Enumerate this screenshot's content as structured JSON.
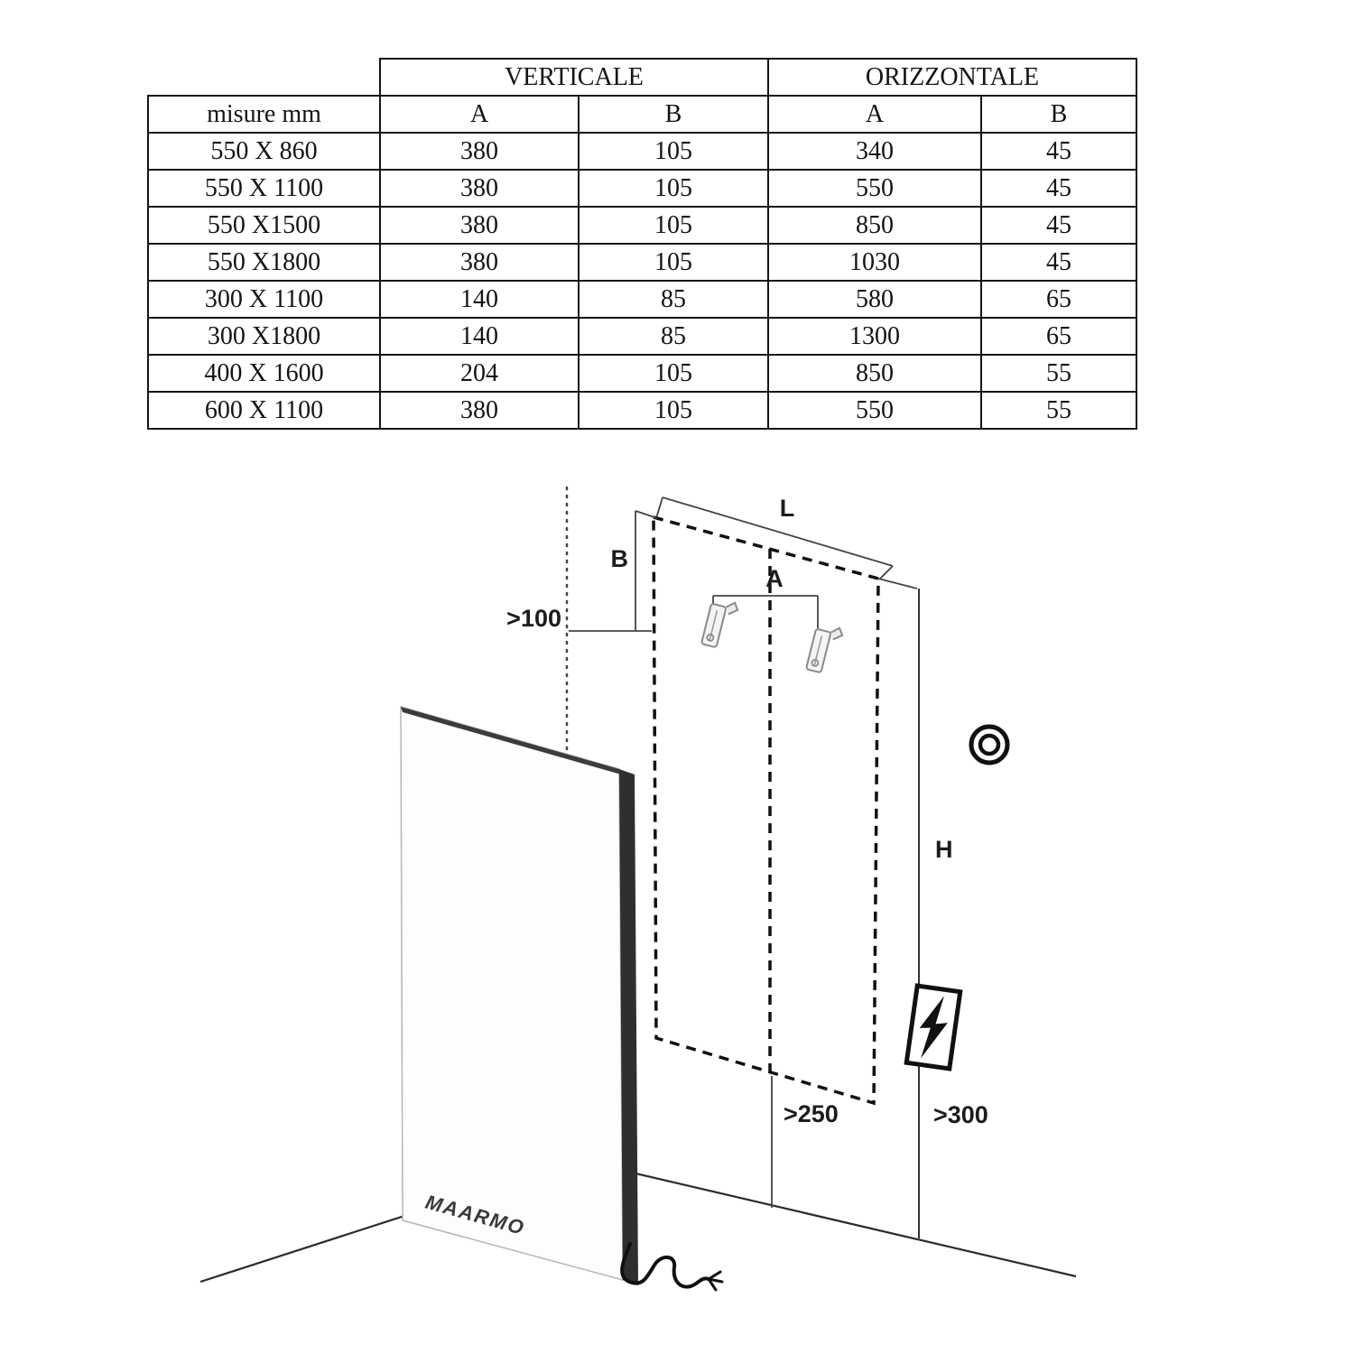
{
  "table": {
    "group_headers": {
      "verticale": "VERTICALE",
      "orizzontale": "ORIZZONTALE"
    },
    "column_headers": {
      "size": "misure mm",
      "vert_a": "A",
      "vert_b": "B",
      "oriz_a": "A",
      "oriz_b": "B"
    },
    "rows": [
      {
        "size": "550 X 860",
        "vert_a": "380",
        "vert_b": "105",
        "oriz_a": "340",
        "oriz_b": "45"
      },
      {
        "size": "550 X 1100",
        "vert_a": "380",
        "vert_b": "105",
        "oriz_a": "550",
        "oriz_b": "45"
      },
      {
        "size": "550 X1500",
        "vert_a": "380",
        "vert_b": "105",
        "oriz_a": "850",
        "oriz_b": "45"
      },
      {
        "size": "550 X1800",
        "vert_a": "380",
        "vert_b": "105",
        "oriz_a": "1030",
        "oriz_b": "45"
      },
      {
        "size": "300 X 1100",
        "vert_a": "140",
        "vert_b": "85",
        "oriz_a": "580",
        "oriz_b": "65"
      },
      {
        "size": "300 X1800",
        "vert_a": "140",
        "vert_b": "85",
        "oriz_a": "1300",
        "oriz_b": "65"
      },
      {
        "size": "400 X 1600",
        "vert_a": "204",
        "vert_b": "105",
        "oriz_a": "850",
        "oriz_b": "55"
      },
      {
        "size": "600 X 1100",
        "vert_a": "380",
        "vert_b": "105",
        "oriz_a": "550",
        "oriz_b": "55"
      }
    ]
  },
  "diagram": {
    "labels": {
      "length": "L",
      "bracket_b": "B",
      "bracket_a": "A",
      "height": "H",
      "min_side_clearance": ">100",
      "min_bottom_clearance": ">250",
      "min_socket_height": ">300",
      "brand": "MAARMO"
    }
  }
}
